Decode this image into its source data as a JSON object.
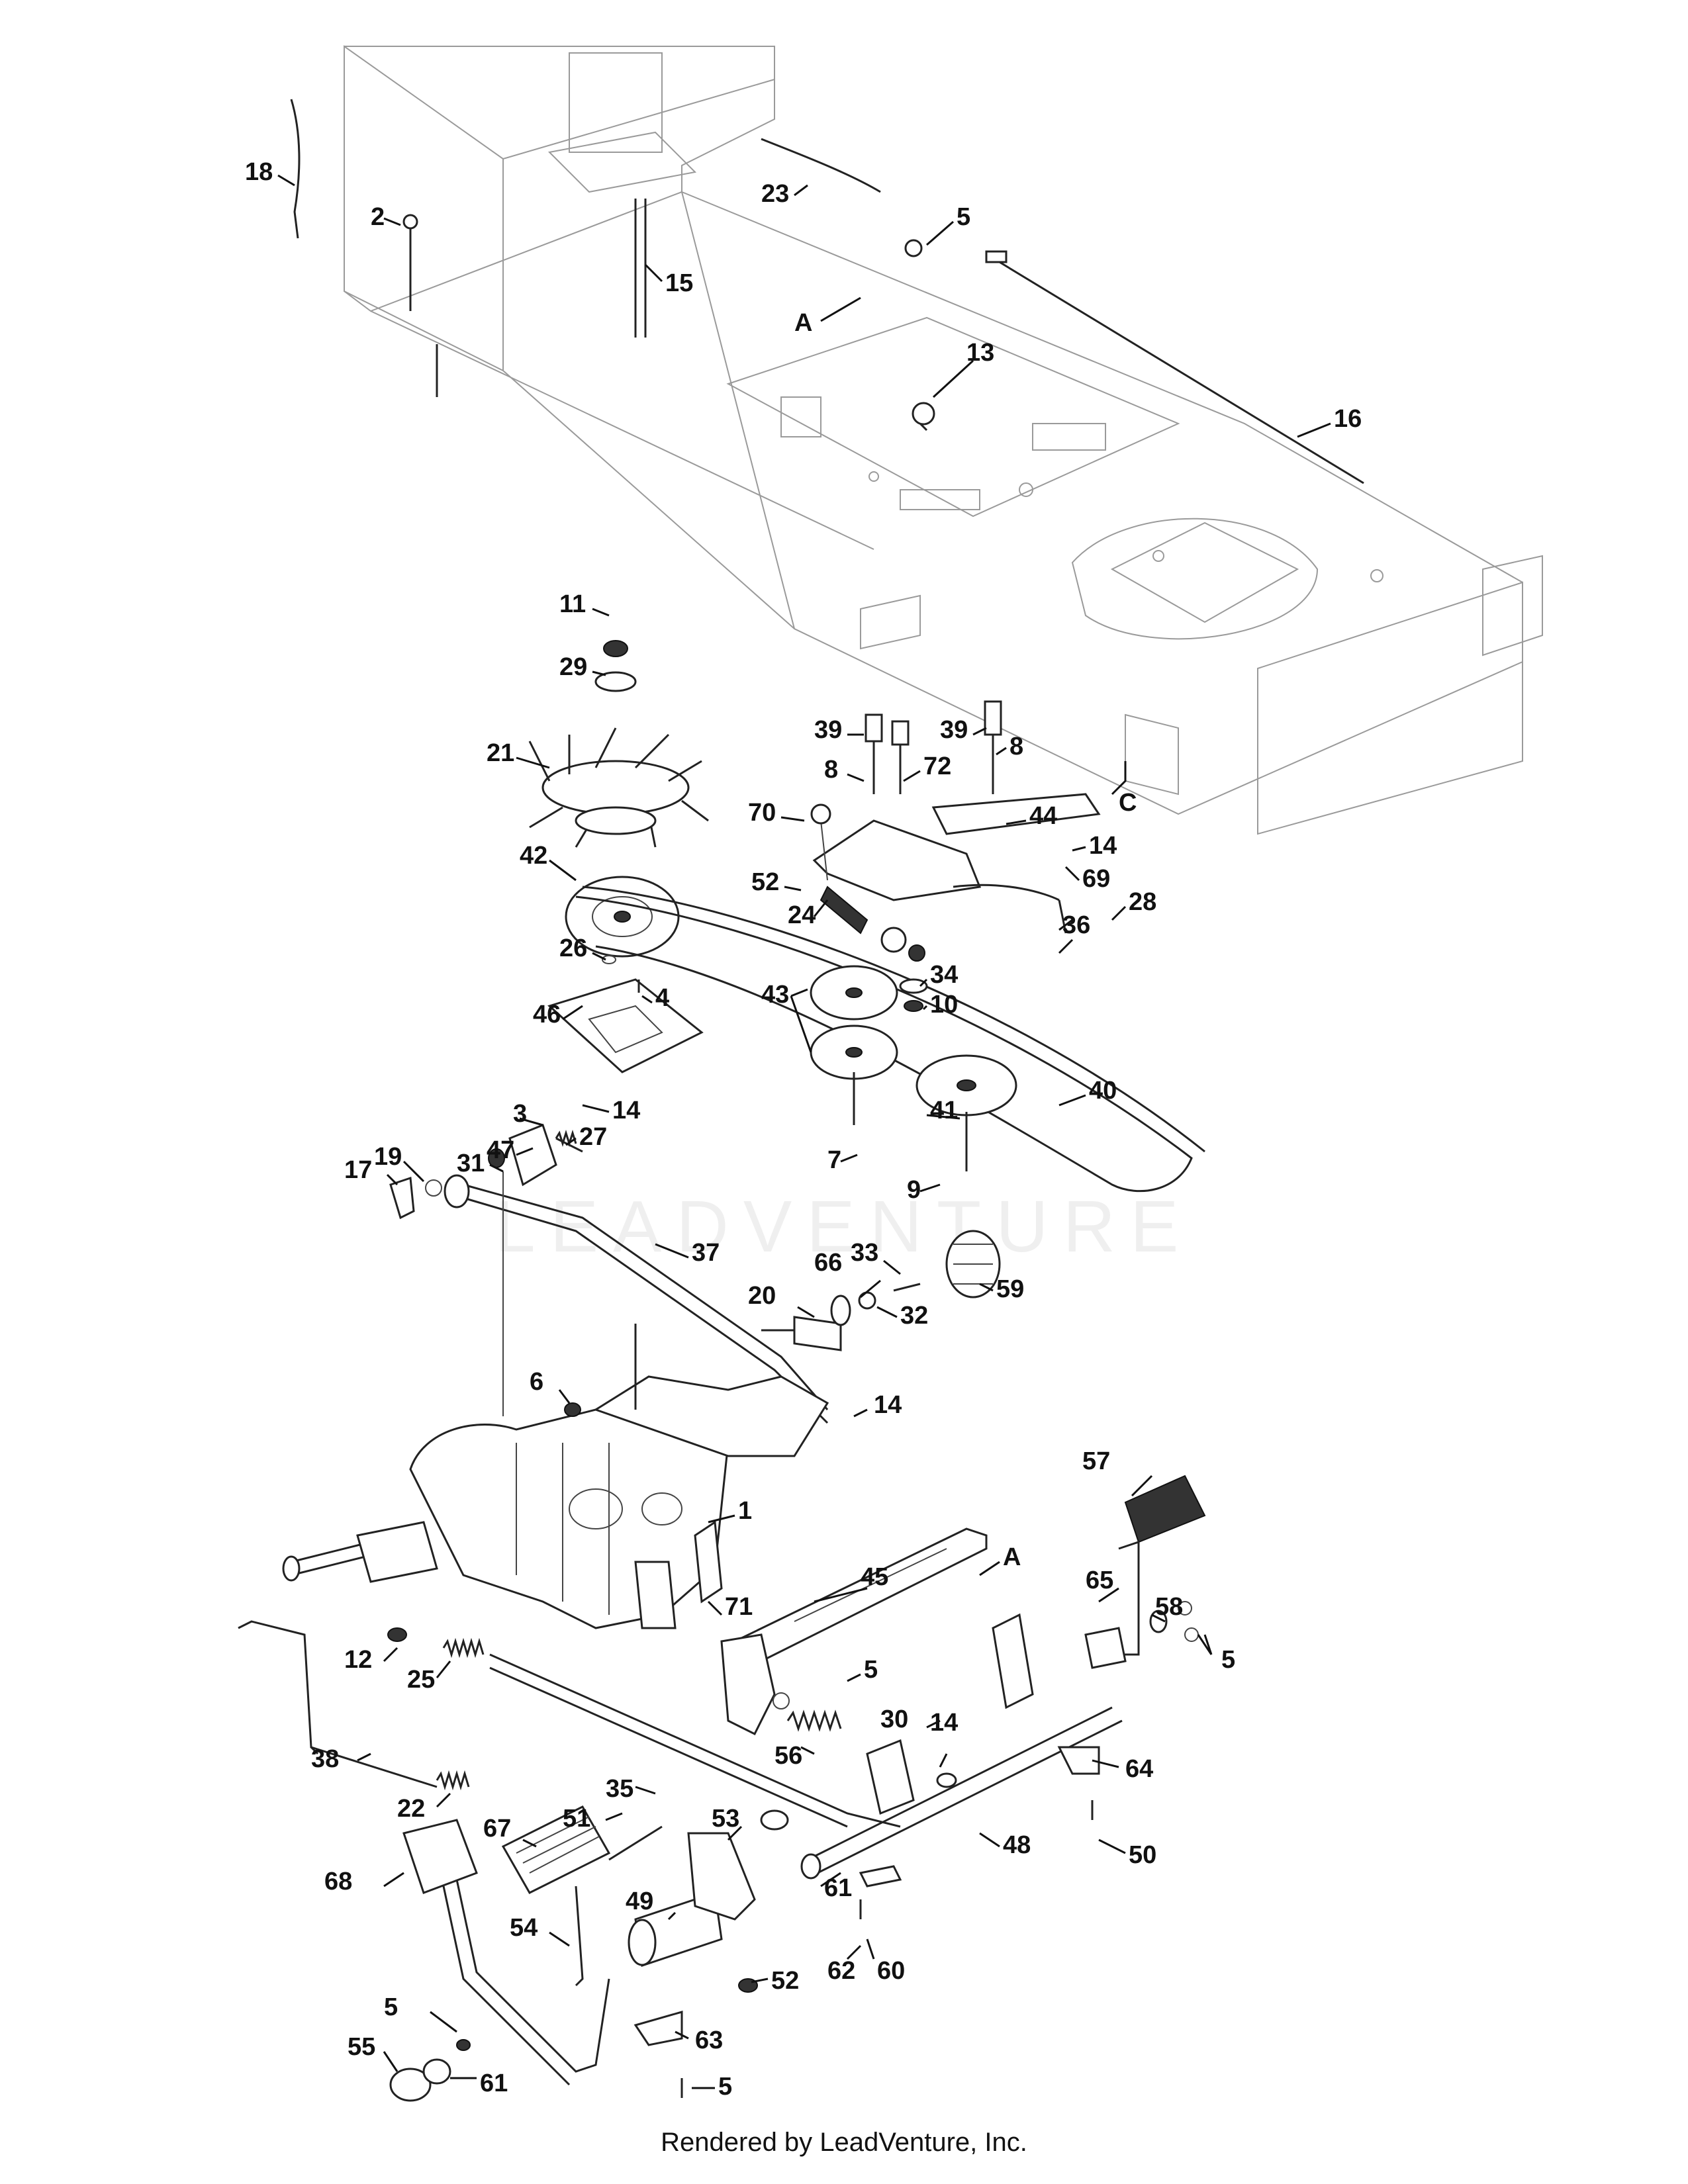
{
  "footer": "Rendered by LeadVenture, Inc.",
  "watermark": "LEADVENTURE",
  "labels": [
    {
      "id": "18",
      "text": "18"
    },
    {
      "id": "2",
      "text": "2"
    },
    {
      "id": "15",
      "text": "15"
    },
    {
      "id": "23",
      "text": "23"
    },
    {
      "id": "5a",
      "text": "5"
    },
    {
      "id": "A1",
      "text": "A"
    },
    {
      "id": "13",
      "text": "13"
    },
    {
      "id": "16",
      "text": "16"
    },
    {
      "id": "11",
      "text": "11"
    },
    {
      "id": "29",
      "text": "29"
    },
    {
      "id": "21",
      "text": "21"
    },
    {
      "id": "39a",
      "text": "39"
    },
    {
      "id": "39b",
      "text": "39"
    },
    {
      "id": "8a",
      "text": "8"
    },
    {
      "id": "8b",
      "text": "8"
    },
    {
      "id": "72",
      "text": "72"
    },
    {
      "id": "C",
      "text": "C"
    },
    {
      "id": "70",
      "text": "70"
    },
    {
      "id": "44",
      "text": "44"
    },
    {
      "id": "14a",
      "text": "14"
    },
    {
      "id": "69",
      "text": "69"
    },
    {
      "id": "28",
      "text": "28"
    },
    {
      "id": "42",
      "text": "42"
    },
    {
      "id": "52a",
      "text": "52"
    },
    {
      "id": "24",
      "text": "24"
    },
    {
      "id": "36",
      "text": "36"
    },
    {
      "id": "26",
      "text": "26"
    },
    {
      "id": "34",
      "text": "34"
    },
    {
      "id": "46",
      "text": "46"
    },
    {
      "id": "4",
      "text": "4"
    },
    {
      "id": "43",
      "text": "43"
    },
    {
      "id": "10",
      "text": "10"
    },
    {
      "id": "40",
      "text": "40"
    },
    {
      "id": "3",
      "text": "3"
    },
    {
      "id": "47",
      "text": "47"
    },
    {
      "id": "14b",
      "text": "14"
    },
    {
      "id": "31",
      "text": "31"
    },
    {
      "id": "27",
      "text": "27"
    },
    {
      "id": "19",
      "text": "19"
    },
    {
      "id": "17",
      "text": "17"
    },
    {
      "id": "7",
      "text": "7"
    },
    {
      "id": "41",
      "text": "41"
    },
    {
      "id": "9",
      "text": "9"
    },
    {
      "id": "33",
      "text": "33"
    },
    {
      "id": "66",
      "text": "66"
    },
    {
      "id": "59",
      "text": "59"
    },
    {
      "id": "37",
      "text": "37"
    },
    {
      "id": "20",
      "text": "20"
    },
    {
      "id": "32",
      "text": "32"
    },
    {
      "id": "6",
      "text": "6"
    },
    {
      "id": "14c",
      "text": "14"
    },
    {
      "id": "57",
      "text": "57"
    },
    {
      "id": "1",
      "text": "1"
    },
    {
      "id": "A2",
      "text": "A"
    },
    {
      "id": "45",
      "text": "45"
    },
    {
      "id": "65",
      "text": "65"
    },
    {
      "id": "58",
      "text": "58"
    },
    {
      "id": "71",
      "text": "71"
    },
    {
      "id": "5b",
      "text": "5"
    },
    {
      "id": "12",
      "text": "12"
    },
    {
      "id": "25",
      "text": "25"
    },
    {
      "id": "5c",
      "text": "5"
    },
    {
      "id": "14d",
      "text": "14"
    },
    {
      "id": "30",
      "text": "30"
    },
    {
      "id": "56",
      "text": "56"
    },
    {
      "id": "64",
      "text": "64"
    },
    {
      "id": "38",
      "text": "38"
    },
    {
      "id": "35",
      "text": "35"
    },
    {
      "id": "22",
      "text": "22"
    },
    {
      "id": "48",
      "text": "48"
    },
    {
      "id": "51",
      "text": "51"
    },
    {
      "id": "53",
      "text": "53"
    },
    {
      "id": "50",
      "text": "50"
    },
    {
      "id": "67",
      "text": "67"
    },
    {
      "id": "68",
      "text": "68"
    },
    {
      "id": "61a",
      "text": "61"
    },
    {
      "id": "49",
      "text": "49"
    },
    {
      "id": "54",
      "text": "54"
    },
    {
      "id": "62",
      "text": "62"
    },
    {
      "id": "60",
      "text": "60"
    },
    {
      "id": "5d",
      "text": "5"
    },
    {
      "id": "52b",
      "text": "52"
    },
    {
      "id": "63",
      "text": "63"
    },
    {
      "id": "55",
      "text": "55"
    },
    {
      "id": "61b",
      "text": "61"
    },
    {
      "id": "5e",
      "text": "5"
    }
  ]
}
